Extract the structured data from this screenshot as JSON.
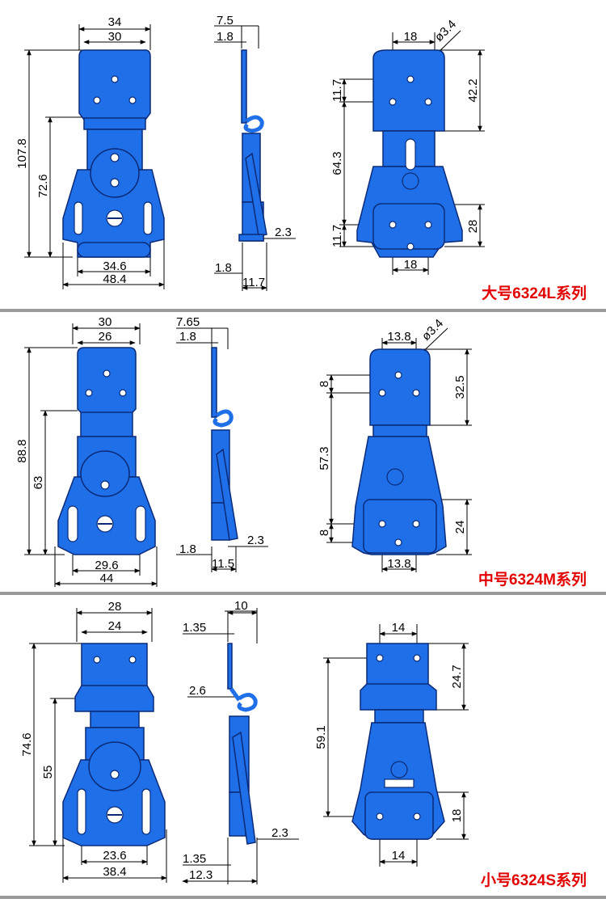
{
  "colors": {
    "part_fill": "#1f70e8",
    "part_stroke": "#0a2a78",
    "label_red": "#e30000",
    "divider": "#9a9a9a"
  },
  "panels": [
    {
      "series_label": "大号6324L系列",
      "front": {
        "top_outer": "34",
        "top_inner": "30",
        "total_height": "107.8",
        "body_height": "72.6",
        "bottom_inner": "34.6",
        "bottom_outer": "48.4"
      },
      "side": {
        "top_width": "7.5",
        "thickness_top": "1.8",
        "pin": "2.3",
        "thickness_bottom": "1.8",
        "bottom_width": "11.7"
      },
      "back": {
        "hole_spacing_top": "18",
        "hole_diameter": "ø3.4",
        "top_hole_offset": "11.7",
        "top_height": "42.2",
        "center_height": "64.3",
        "bottom_hole_offset": "11.7",
        "bottom_height": "28",
        "hole_spacing_bottom": "18"
      }
    },
    {
      "series_label": "中号6324M系列",
      "front": {
        "top_outer": "30",
        "top_inner": "26",
        "total_height": "88.8",
        "body_height": "63",
        "bottom_inner": "29.6",
        "bottom_outer": "44"
      },
      "side": {
        "top_width": "7.65",
        "thickness_top": "1.8",
        "pin": "2.3",
        "thickness_bottom": "1.8",
        "bottom_width": "11.5"
      },
      "back": {
        "hole_spacing_top": "13.8",
        "hole_diameter": "ø3.4",
        "top_hole_offset": "8",
        "top_height": "32.5",
        "center_height": "57.3",
        "bottom_hole_offset": "8",
        "bottom_height": "24",
        "hole_spacing_bottom": "13.8"
      }
    },
    {
      "series_label": "小号6324S系列",
      "front": {
        "top_outer": "28",
        "top_inner": "24",
        "total_height": "74.6",
        "body_height": "55",
        "bottom_inner": "23.6",
        "bottom_outer": "38.4"
      },
      "side": {
        "top_width": "10",
        "thickness_top": "1.35",
        "mid_thickness": "2.6",
        "pin": "2.3",
        "thickness_bottom": "1.35",
        "bottom_width": "12.3"
      },
      "back": {
        "hole_spacing_top": "14",
        "top_height": "24.7",
        "center_height": "59.1",
        "bottom_height": "18",
        "hole_spacing_bottom": "14"
      }
    }
  ]
}
